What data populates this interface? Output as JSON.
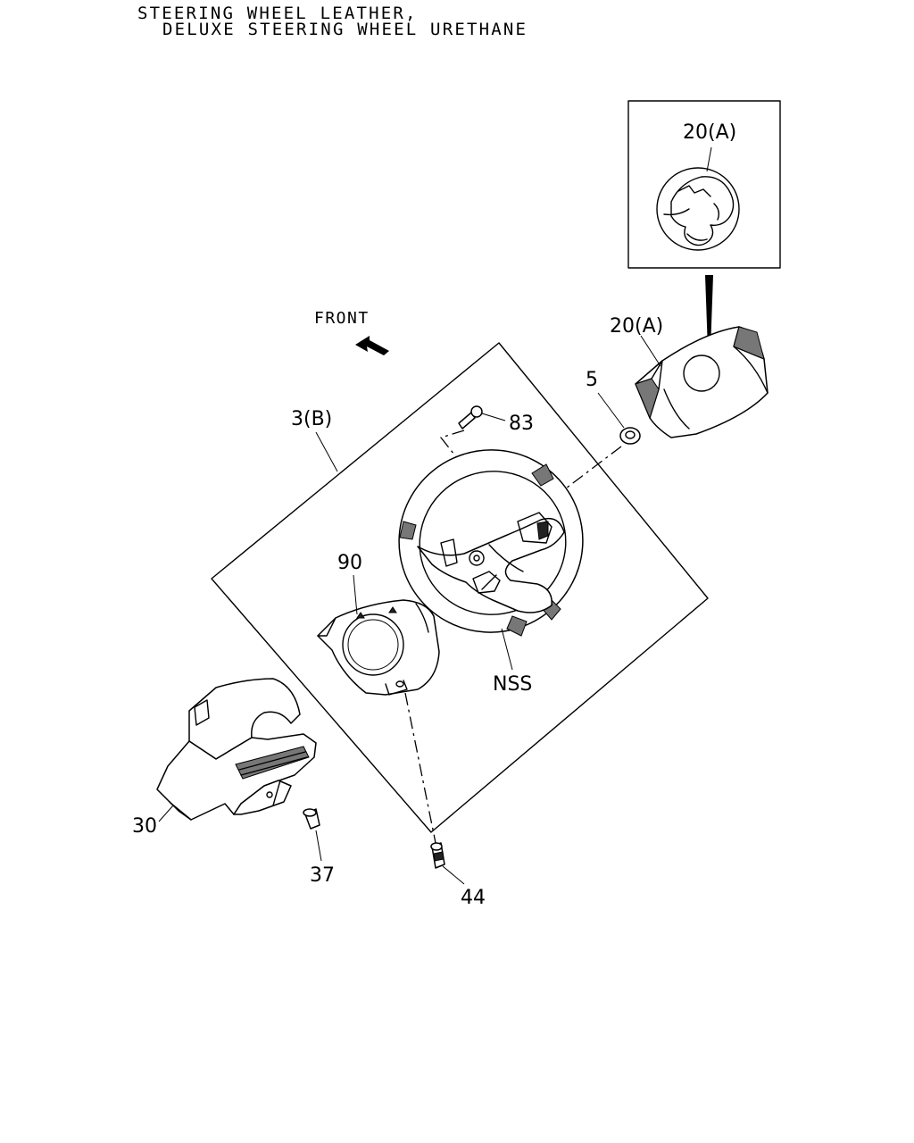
{
  "header": {
    "line1": "STEERING WHEEL LEATHER,",
    "line2": "DELUXE STEERING WHEEL URETHANE"
  },
  "front_label": "FRONT",
  "callouts": {
    "emblem": "20(A)",
    "pad": "20(A)",
    "nut": "5",
    "bolt": "83",
    "wheel_assembly": "3(B)",
    "cover": "90",
    "nss": "NSS",
    "column_cover": "30",
    "screw_37": "37",
    "screw_44": "44"
  }
}
